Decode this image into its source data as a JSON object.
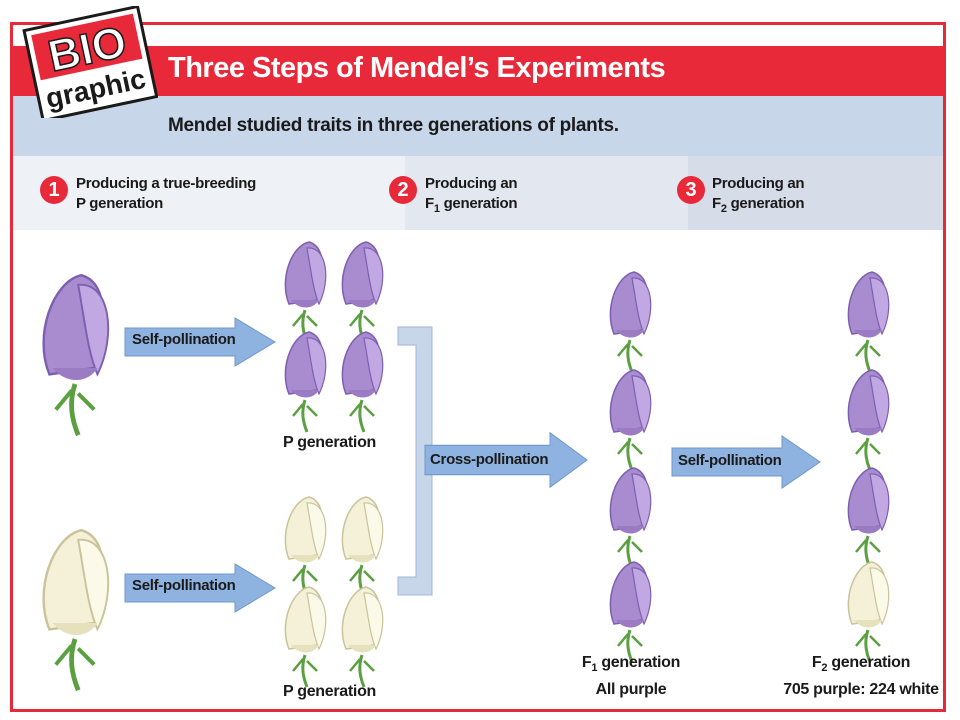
{
  "logo": {
    "line1": "BIO",
    "line2": "graphic"
  },
  "header": {
    "title": "Three Steps of Mendel’s Experiments",
    "subtitle": "Mendel studied traits in three generations of plants."
  },
  "steps": [
    {
      "number": "1",
      "line1": "Producing a true-breeding",
      "line2": "P generation"
    },
    {
      "number": "2",
      "line1": "Producing an",
      "line2_prefix": "F",
      "line2_sub": "1",
      "line2_suffix": " generation"
    },
    {
      "number": "3",
      "line1": "Producing an",
      "line2_prefix": "F",
      "line2_sub": "2",
      "line2_suffix": " generation"
    }
  ],
  "arrows": {
    "self_pollination_top": "Self-pollination",
    "self_pollination_bottom": "Self-pollination",
    "cross_pollination": "Cross-pollination",
    "self_pollination_f1": "Self-pollination"
  },
  "labels": {
    "p_generation_top": "P generation",
    "p_generation_bottom": "P generation",
    "f1_prefix": "F",
    "f1_sub": "1",
    "f1_suffix": " generation",
    "f1_note": "All purple",
    "f2_prefix": "F",
    "f2_sub": "2",
    "f2_suffix": " generation",
    "f2_note": "705 purple: 224 white"
  },
  "colors": {
    "accent_red": "#e8293a",
    "subtitle_blue": "#c8d6ea",
    "step_band_1": "#eef1f6",
    "step_band_2": "#e3e8f0",
    "step_band_3": "#d6dde8",
    "arrow_blue": "#8fb3e0",
    "purple_flower": "#a98bd0",
    "white_flower": "#f4f1d8"
  }
}
